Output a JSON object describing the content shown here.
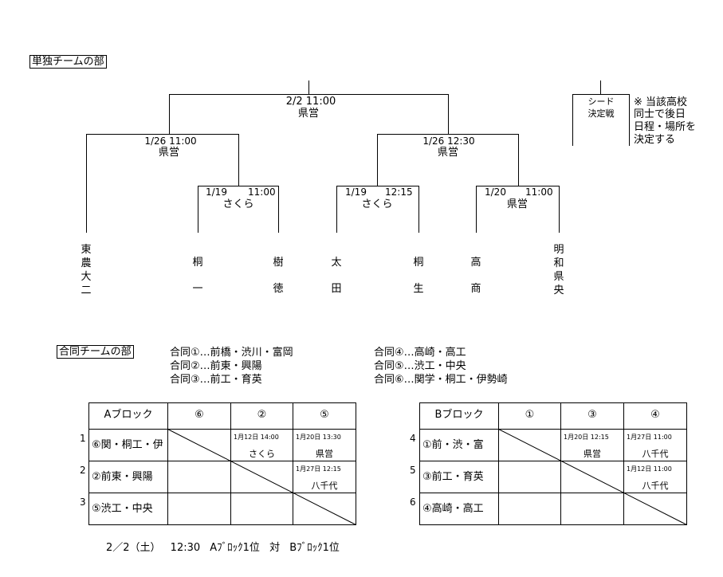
{
  "single": {
    "title": "単独チームの部",
    "final": {
      "date": "2/2 11:00",
      "venue": "県営"
    },
    "semi_left": {
      "date": "1/26 11:00",
      "venue": "県営"
    },
    "semi_right": {
      "date": "1/26 12:30",
      "venue": "県営"
    },
    "qf1": {
      "date": "1/19",
      "time": "11:00",
      "venue": "さくら"
    },
    "qf2": {
      "date": "1/19",
      "time": "12:15",
      "venue": "さくら"
    },
    "qf3": {
      "date": "1/20",
      "time": "11:00",
      "venue": "県営"
    },
    "teams": [
      "東農大二",
      "桐一",
      "樹徳",
      "太田",
      "桐生",
      "高商",
      "明和県央"
    ],
    "seed_label": "シード決定戦",
    "seed_label_1": "シード",
    "seed_label_2": "決定戦",
    "note": "※当該高校同士で後日日程・場所を決定する",
    "note_1": "※ 当該高校",
    "note_2": "同士で後日",
    "note_3": "日程・場所を",
    "note_4": "決定する"
  },
  "joint": {
    "title": "合同チームの部",
    "teams_list": [
      "合同①…前橋・渋川・富岡",
      "合同②…前東・興陽",
      "合同③…前工・育英",
      "合同④…高崎・高工",
      "合同⑤…渋工・中央",
      "合同⑥…関学・桐工・伊勢崎"
    ],
    "block_a": {
      "header": "Aブロック",
      "cols": [
        "⑥",
        "②",
        "⑤"
      ],
      "rows": [
        "⑥関・桐工・伊",
        "②前東・興陽",
        "⑤渋工・中央"
      ],
      "row_numbers": [
        "1",
        "2",
        "3"
      ],
      "matches": [
        {
          "time": "1月12日 14:00",
          "venue": "さくら"
        },
        {
          "time": "1月20日 13:30",
          "venue": "県営"
        },
        {
          "time": "1月27日 12:15",
          "venue": "八千代"
        }
      ]
    },
    "block_b": {
      "header": "Bブロック",
      "cols": [
        "①",
        "③",
        "④"
      ],
      "rows": [
        "①前・渋・富",
        "③前工・育英",
        "④高崎・高工"
      ],
      "row_numbers": [
        "4",
        "5",
        "6"
      ],
      "matches": [
        {
          "time": "1月20日 12:15",
          "venue": "県営"
        },
        {
          "time": "1月27日 11:00",
          "venue": "八千代"
        },
        {
          "time": "1月12日 11:00",
          "venue": "八千代"
        }
      ]
    },
    "final_line": "2／2（土） 12:30 Aﾌﾞﾛｯｸ1位 対 Bﾌﾞﾛｯｸ1位"
  }
}
